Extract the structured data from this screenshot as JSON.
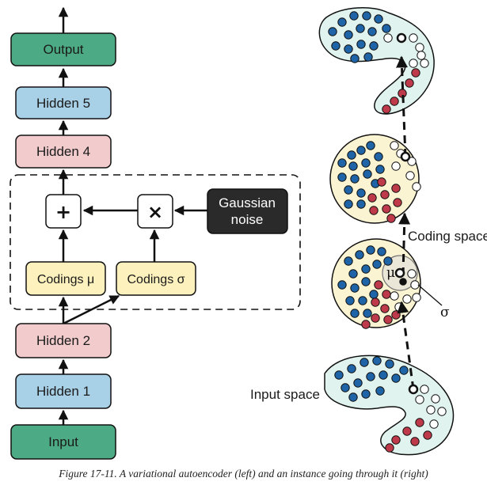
{
  "left": {
    "nodes": {
      "output": "Output",
      "hidden5": "Hidden 5",
      "hidden4": "Hidden 4",
      "plus": "+",
      "times": "×",
      "gaussian_line1": "Gaussian",
      "gaussian_line2": "noise",
      "codings_mu": "Codings μ",
      "codings_sigma": "Codings σ",
      "hidden2": "Hidden 2",
      "hidden1": "Hidden 1",
      "input": "Input"
    }
  },
  "right": {
    "coding_space_label": "Coding space",
    "input_space_label": "Input space",
    "mu_label": "μ",
    "sigma_label": "σ"
  },
  "colors": {
    "green": "#4cab84",
    "blue": "#a8d0e6",
    "pink": "#f2cccc",
    "yellow": "#fdf1bd",
    "dark": "#2a2a2a",
    "space_fill": "#e1f3ee",
    "coding_fill": "#fbf4d2",
    "blue_dot": "#1f64a7",
    "red_dot": "#be3a4a"
  },
  "caption": "Figure 17-11. A variational autoencoder (left) and an instance going through it (right)"
}
